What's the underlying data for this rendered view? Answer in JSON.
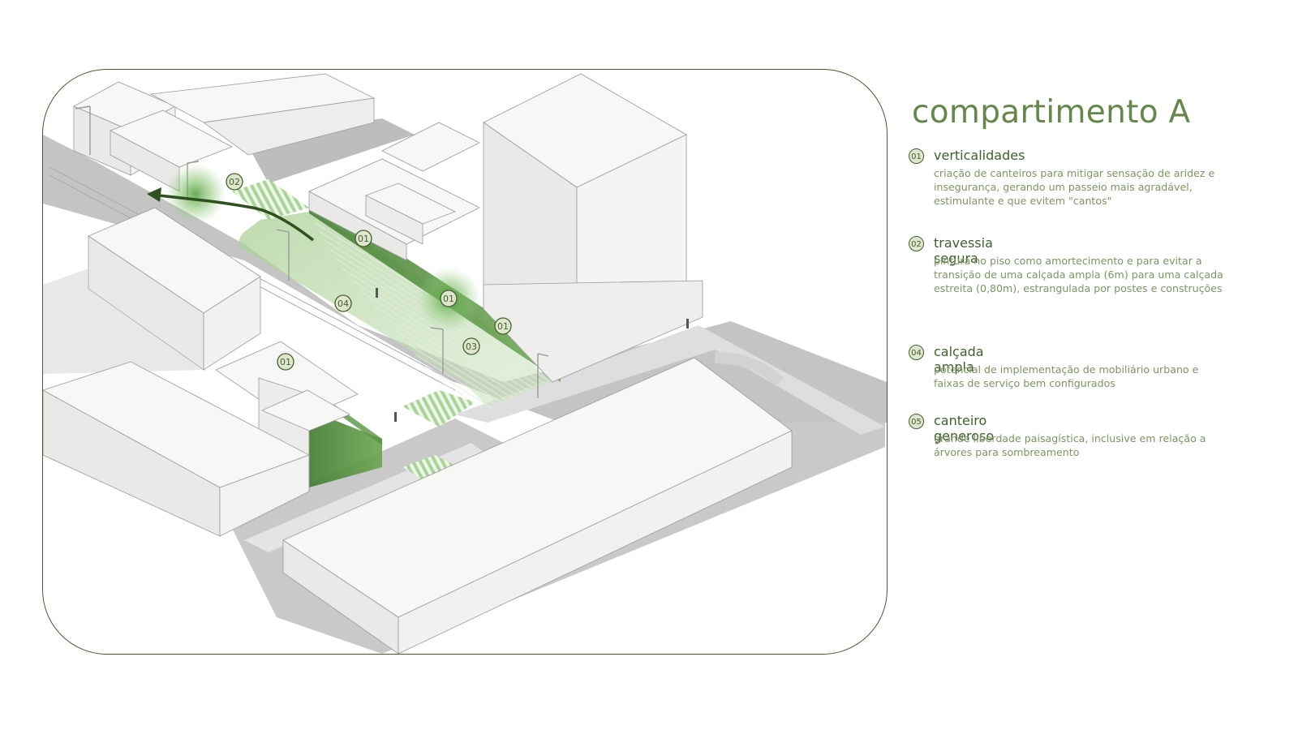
{
  "heading": {
    "title": "compartimento A"
  },
  "legend": [
    {
      "number": "01",
      "title": "verticalidades",
      "description": "criação de canteiros para mitigar sensação de aridez e insegurança, gerando um passeio mais agradável, estimulante e que evitem \"cantos\""
    },
    {
      "number": "02",
      "title": "travessia segura",
      "description": "pintura no piso como amortecimento e para evitar a transição de uma calçada ampla (6m) para uma calçada estreita (0,80m), estrangulada por postes e construções"
    },
    {
      "number": "04",
      "title": "calçada ampla",
      "description": "potencial de implementação de mobiliário urbano e faixas de serviço bem configurados"
    },
    {
      "number": "05",
      "title": "canteiro generoso",
      "description": "grande liberdade paisagística, inclusive em relação a árvores para sombreamento"
    }
  ],
  "map_markers": [
    {
      "id": "m1",
      "label": "02"
    },
    {
      "id": "m2",
      "label": "01"
    },
    {
      "id": "m3",
      "label": "01"
    },
    {
      "id": "m4",
      "label": "04"
    },
    {
      "id": "m5",
      "label": "01"
    },
    {
      "id": "m6",
      "label": "03"
    },
    {
      "id": "m7",
      "label": "01"
    }
  ],
  "colors": {
    "accent": "#3f5f2c",
    "title": "#66874a",
    "text": "#7c9563",
    "badge_fill": "#dfe6cd",
    "road": "#bdbdbd",
    "building_top": "#f7f7f5",
    "building_side": "#e9e9e7"
  }
}
